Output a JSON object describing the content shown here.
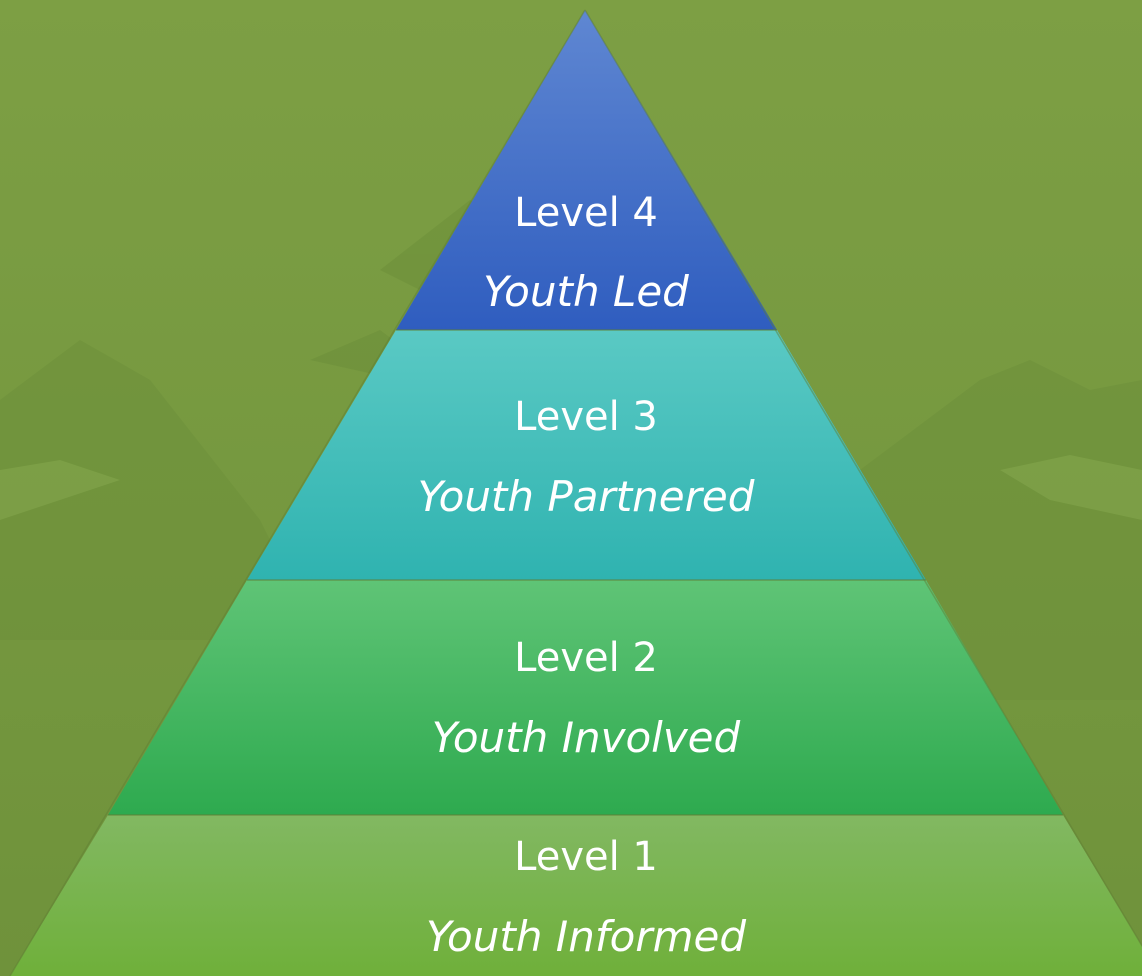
{
  "diagram": {
    "type": "pyramid",
    "tiers": [
      {
        "level": "Level 4",
        "name": "Youth Led"
      },
      {
        "level": "Level 3",
        "name": "Youth Partnered"
      },
      {
        "level": "Level 2",
        "name": "Youth Involved"
      },
      {
        "level": "Level 1",
        "name": "Youth Informed"
      }
    ]
  },
  "colors": {
    "background": "#7a9c42",
    "level4": "#3f67c4",
    "level3": "#3dbdbb",
    "level2": "#3cb65c",
    "level1": "#79b44c"
  }
}
